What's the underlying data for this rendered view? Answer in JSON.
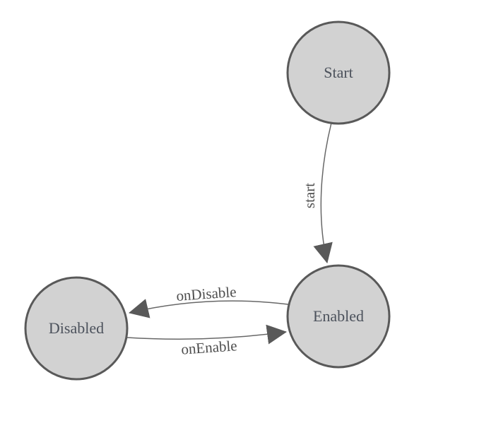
{
  "diagram_type": "finite-state-machine",
  "colors": {
    "background": "#ffffff",
    "node_fill": "#d2d2d2",
    "node_stroke": "#595959",
    "node_text": "#4c525c",
    "edge_stroke": "#676767",
    "edge_text": "#4e4e4e",
    "arrow_fill": "#595959"
  },
  "nodes": [
    {
      "label": "Start"
    },
    {
      "label": "Enabled"
    },
    {
      "label": "Disabled"
    }
  ],
  "edges": [
    {
      "label": "start",
      "from": "Start",
      "to": "Enabled"
    },
    {
      "label": "onDisable",
      "from": "Enabled",
      "to": "Disabled"
    },
    {
      "label": "onEnable",
      "from": "Disabled",
      "to": "Enabled"
    }
  ]
}
